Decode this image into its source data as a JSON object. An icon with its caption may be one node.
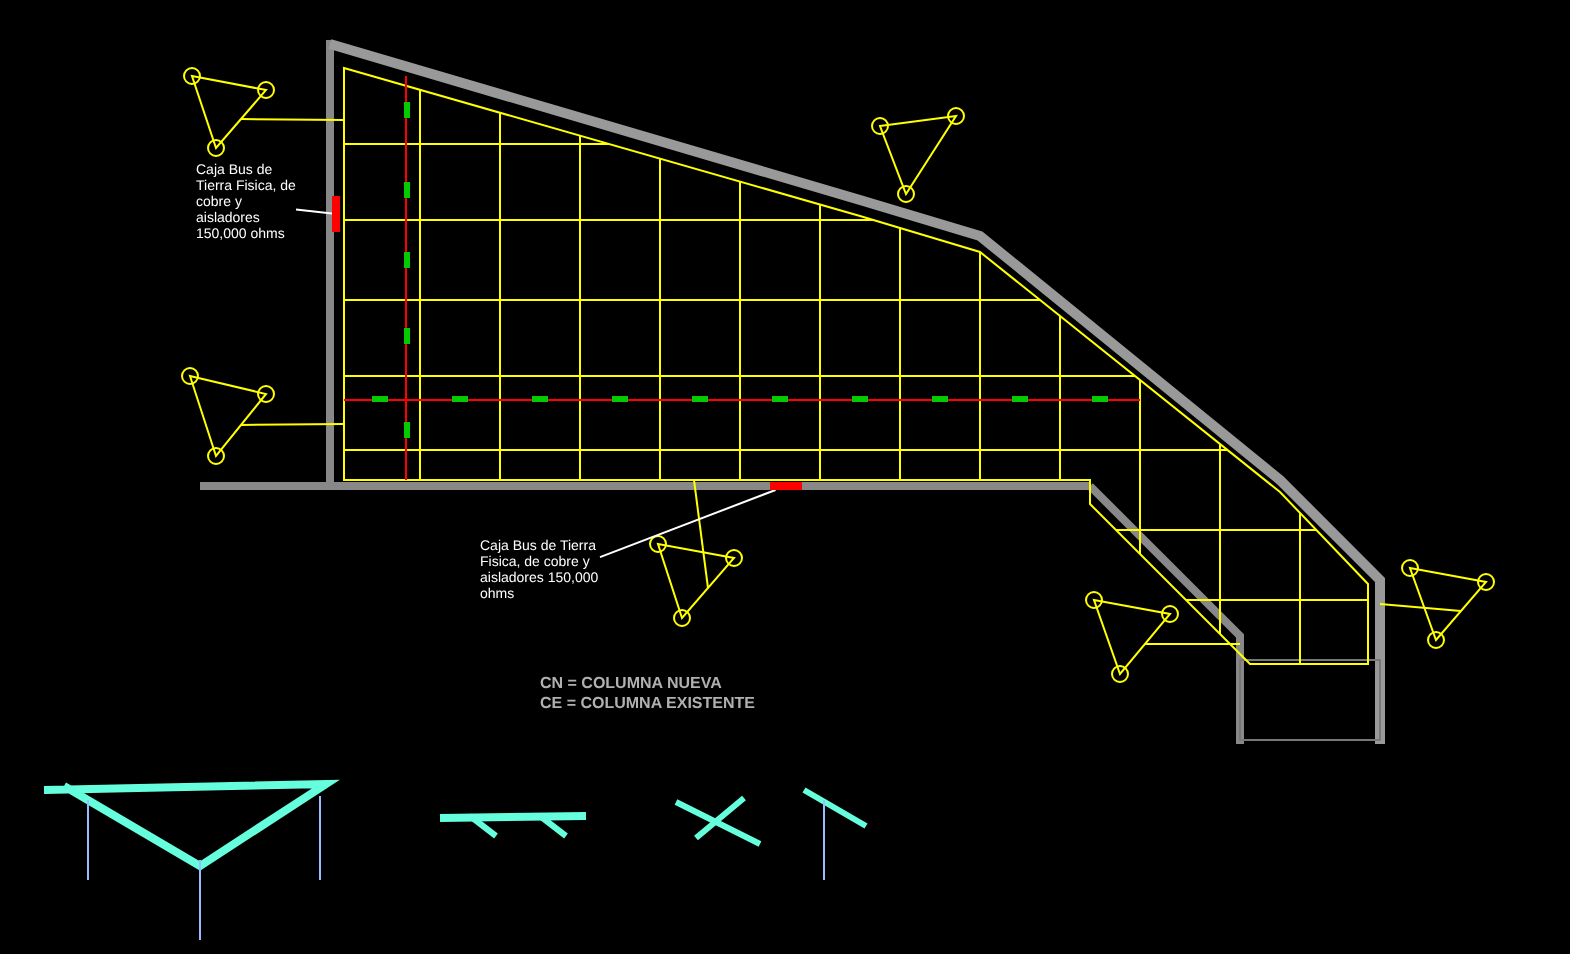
{
  "diagram": {
    "nodes": [
      {
        "text": [
          "Caja Bus de Tierra Fisica, de cobre y aisladores 150,000 ohms"
        ]
      },
      {
        "text": [],
        "shape": "bar"
      },
      {
        "text": [
          "Caja Bus de Tierra Fisica, de cobre y aisladores 150,000 ohms"
        ]
      },
      {
        "text": [],
        "shape": "bar"
      }
    ],
    "edges": [
      {
        "from": 0,
        "to": 1,
        "arrow": "none"
      },
      {
        "from": 2,
        "to": 3,
        "arrow": "none"
      }
    ],
    "labels": [
      "CN = COLUMNA NUEVA",
      "CE = COLUMNA EXISTENTE"
    ]
  }
}
